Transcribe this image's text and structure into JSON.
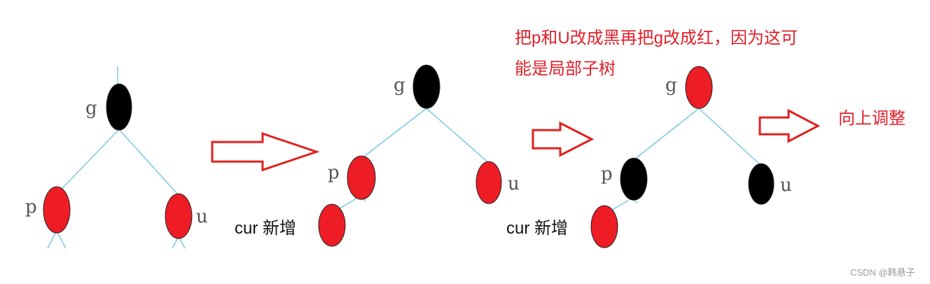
{
  "colors": {
    "red_node": "#ee1c25",
    "black_node": "#000000",
    "edge": "#7ec8e3",
    "arrow": "#e02020",
    "annotation": "#e0202a"
  },
  "labels": {
    "g": "g",
    "p": "p",
    "u": "u",
    "cur_new": "cur 新增"
  },
  "annotation": {
    "line1": "把p和U改成黑再把g改成红，因为这可",
    "line2": "能是局部子树"
  },
  "up_adjust": "向上调整",
  "watermark": "CSDN @韩悬子",
  "stages": [
    {
      "g": "black",
      "p": "red",
      "u": "red",
      "cur": null
    },
    {
      "g": "black",
      "p": "red",
      "u": "red",
      "cur": "red"
    },
    {
      "g": "red",
      "p": "black",
      "u": "black",
      "cur": "red"
    }
  ]
}
